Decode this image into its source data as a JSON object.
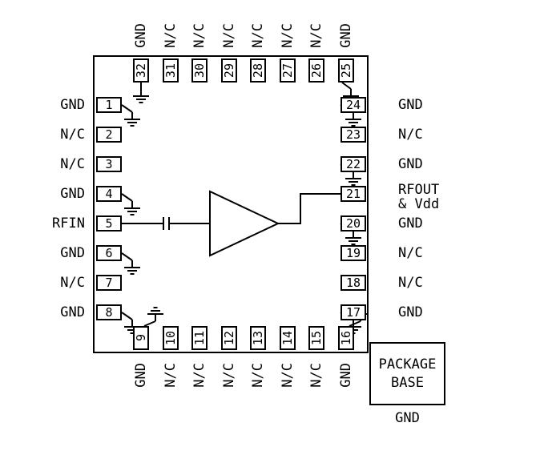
{
  "diagram": {
    "pins": {
      "left": [
        {
          "num": "1",
          "label": "GND"
        },
        {
          "num": "2",
          "label": "N/C"
        },
        {
          "num": "3",
          "label": "N/C"
        },
        {
          "num": "4",
          "label": "GND"
        },
        {
          "num": "5",
          "label": "RFIN"
        },
        {
          "num": "6",
          "label": "GND"
        },
        {
          "num": "7",
          "label": "N/C"
        },
        {
          "num": "8",
          "label": "GND"
        }
      ],
      "top": [
        {
          "num": "32",
          "label": "GND"
        },
        {
          "num": "31",
          "label": "N/C"
        },
        {
          "num": "30",
          "label": "N/C"
        },
        {
          "num": "29",
          "label": "N/C"
        },
        {
          "num": "28",
          "label": "N/C"
        },
        {
          "num": "27",
          "label": "N/C"
        },
        {
          "num": "26",
          "label": "N/C"
        },
        {
          "num": "25",
          "label": "GND"
        }
      ],
      "right": [
        {
          "num": "24",
          "label": "GND"
        },
        {
          "num": "23",
          "label": "N/C"
        },
        {
          "num": "22",
          "label": "GND"
        },
        {
          "num": "21",
          "label": "RFOUT\n& Vdd"
        },
        {
          "num": "20",
          "label": "GND"
        },
        {
          "num": "19",
          "label": "N/C"
        },
        {
          "num": "18",
          "label": "N/C"
        },
        {
          "num": "17",
          "label": "GND"
        }
      ],
      "bottom": [
        {
          "num": "9",
          "label": "GND"
        },
        {
          "num": "10",
          "label": "N/C"
        },
        {
          "num": "11",
          "label": "N/C"
        },
        {
          "num": "12",
          "label": "N/C"
        },
        {
          "num": "13",
          "label": "N/C"
        },
        {
          "num": "14",
          "label": "N/C"
        },
        {
          "num": "15",
          "label": "N/C"
        },
        {
          "num": "16",
          "label": "GND"
        }
      ]
    },
    "package_base": {
      "line1": "PACKAGE",
      "line2": "BASE",
      "ground_label": "GND"
    },
    "symbols": {
      "amplifier": "right-pointing-triangle-amplifier",
      "ground": "earth-ground",
      "capacitor": "series-dc-block-capacitor"
    },
    "colors": {
      "line": "#000000",
      "background": "#ffffff"
    }
  }
}
